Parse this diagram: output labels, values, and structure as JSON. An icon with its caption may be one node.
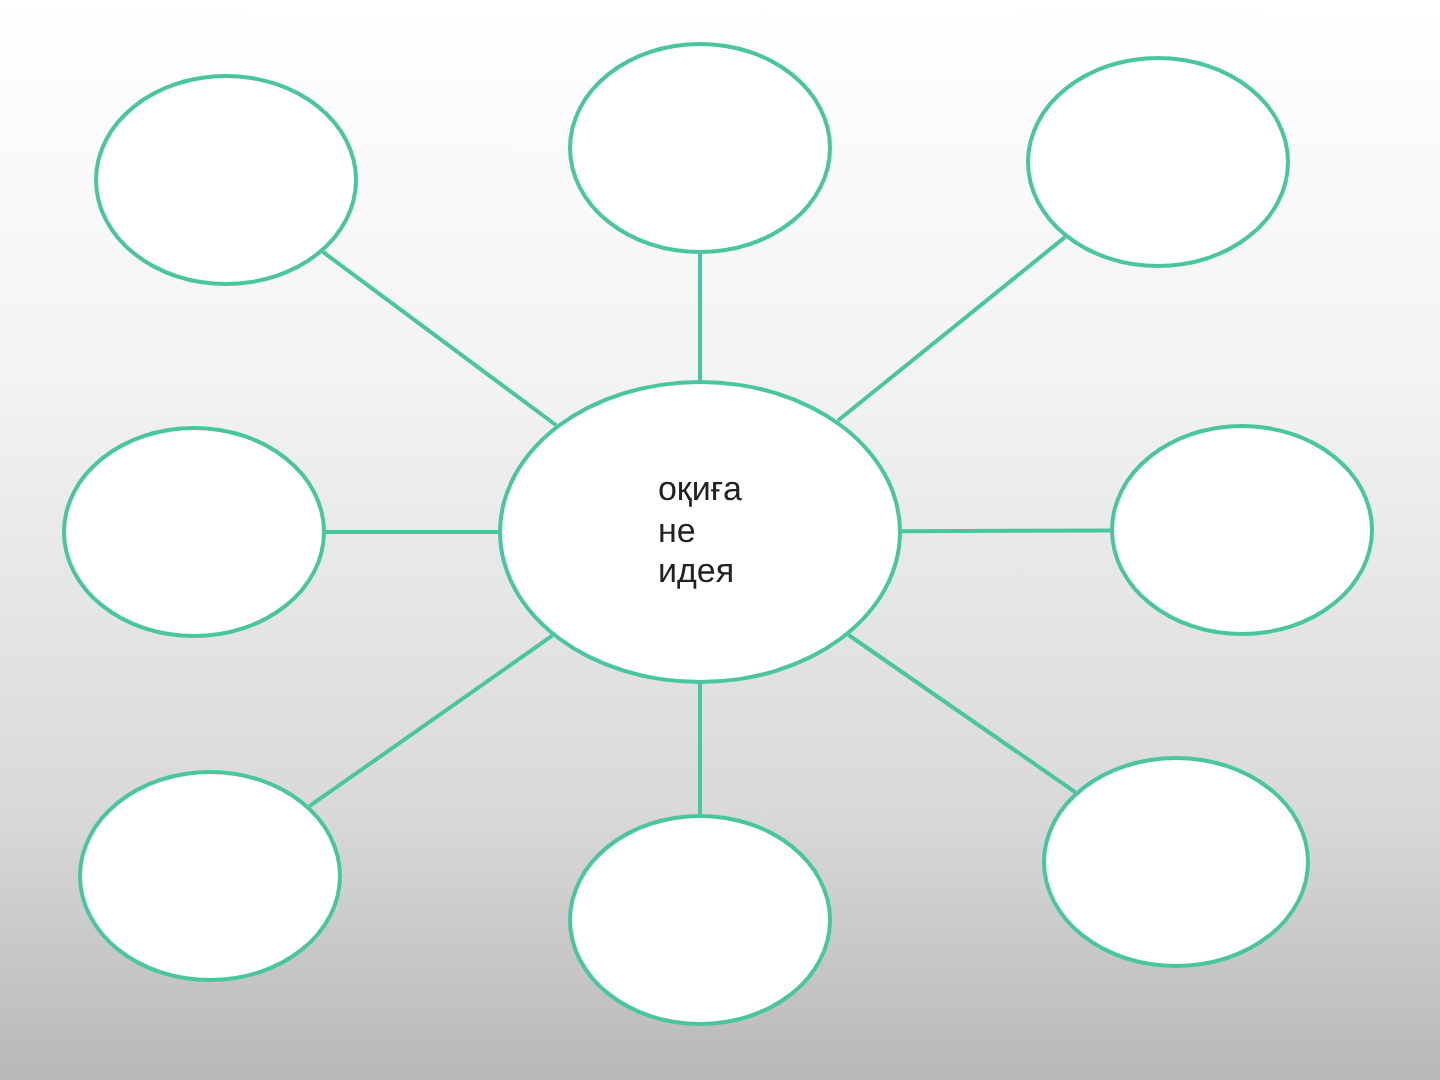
{
  "diagram": {
    "nodes": [
      {
        "text": [
          "оқиға не идея"
        ]
      },
      {
        "text": [],
        "shape": "circle"
      },
      {
        "text": [],
        "shape": "circle"
      },
      {
        "text": [],
        "shape": "circle"
      },
      {
        "text": [],
        "shape": "circle"
      },
      {
        "text": [],
        "shape": "circle"
      },
      {
        "text": [],
        "shape": "circle"
      },
      {
        "text": [],
        "shape": "circle"
      },
      {
        "text": [],
        "shape": "circle"
      }
    ],
    "edges": [
      {
        "from": 0,
        "to": 1,
        "arrow": "none"
      },
      {
        "from": 0,
        "to": 2,
        "arrow": "none"
      },
      {
        "from": 0,
        "to": 3,
        "arrow": "none"
      },
      {
        "from": 0,
        "to": 4,
        "arrow": "none"
      },
      {
        "from": 0,
        "to": 5,
        "arrow": "none"
      },
      {
        "from": 0,
        "to": 6,
        "arrow": "none"
      },
      {
        "from": 0,
        "to": 7,
        "arrow": "none"
      },
      {
        "from": 0,
        "to": 8,
        "arrow": "none"
      }
    ]
  }
}
